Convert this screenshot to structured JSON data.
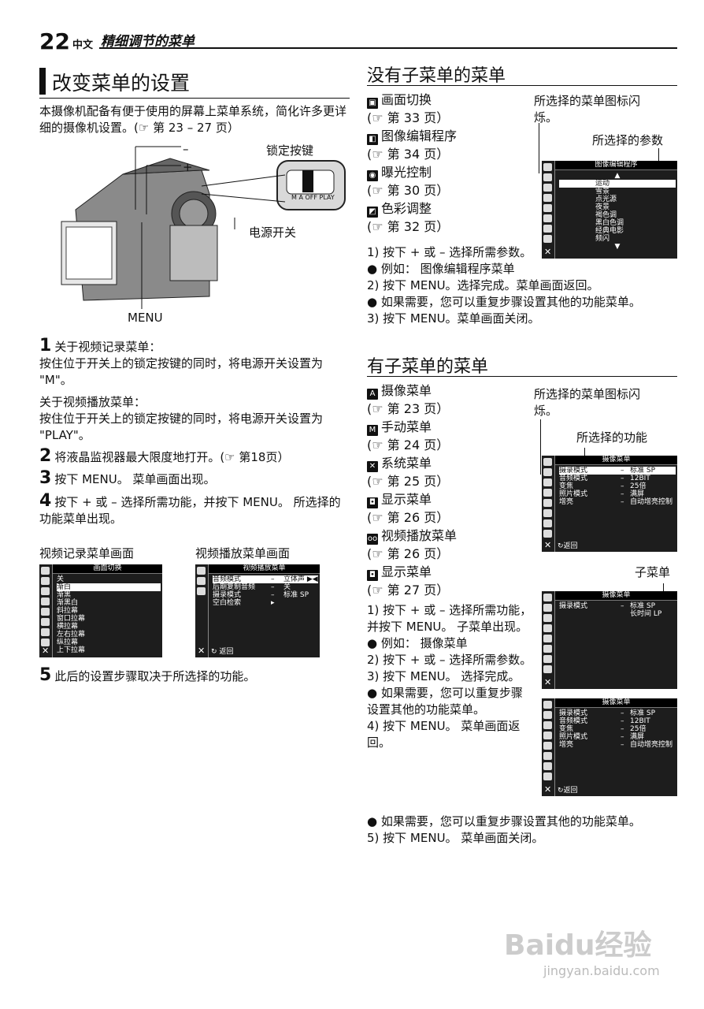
{
  "header": {
    "page_number": "22",
    "language": "中文",
    "section": "精细调节的菜单"
  },
  "left": {
    "title": "改变菜单的设置",
    "intro": "本摄像机配备有便于使用的屏幕上菜单系统，简化许多更详细的摄像机设置。(☞ 第 23 – 27 页）",
    "labels": {
      "minus": "–",
      "plus": "+",
      "lock": "锁定按键",
      "power": "电源开关",
      "menu": "MENU",
      "switch": "M A OFF PLAY"
    },
    "step1_num": "1",
    "step1_title": "关于视频记录菜单：",
    "step1_text": "按住位于开关上的锁定按键的同时，将电源开关设置为 \"M\"。",
    "step1b_title": "关于视频播放菜单：",
    "step1b_text": "按住位于开关上的锁定按键的同时，将电源开关设置为 \"PLAY\"。",
    "step2_num": "2",
    "step2_text": "将液晶监视器最大限度地打开。(☞ 第18页）",
    "step3_num": "3",
    "step3_text": "按下 MENU。 菜单画面出现。",
    "step4_num": "4",
    "step4_text": "按下 + 或 – 选择所需功能，并按下 MENU。 所选择的功能菜单出现。",
    "screen_rec_label": "视频记录菜单画面",
    "screen_play_label": "视频播放菜单画面",
    "screen_rec": {
      "title": "画面切换",
      "items": [
        "关",
        "渐白",
        "渐黑",
        "渐黑白",
        "斜拉幕",
        "窗口拉幕",
        "横拉幕",
        "左右拉幕",
        "纵拉幕",
        "上下拉幕"
      ]
    },
    "screen_play": {
      "title": "视频播放菜单",
      "items": [
        [
          "音频模式",
          "–",
          "立体声 ▶◀"
        ],
        [
          "后期复制音频",
          "–",
          "关"
        ],
        [
          "摄录模式",
          "–",
          "标准 SP"
        ],
        [
          "空白检索",
          "▸",
          ""
        ]
      ],
      "return": "返回"
    },
    "step5_num": "5",
    "step5_text": "此后的设置步骤取决于所选择的功能。"
  },
  "right": {
    "title1": "没有子菜单的菜单",
    "list1": [
      {
        "icon": "▣",
        "name": "画面切换",
        "page": "(☞ 第 33 页）"
      },
      {
        "icon": "◧",
        "name": "图像编辑程序",
        "page": "(☞ 第 34 页）"
      },
      {
        "icon": "◉",
        "name": "曝光控制",
        "page": "(☞ 第 30 页）"
      },
      {
        "icon": "◩",
        "name": "色彩调整",
        "page": "(☞ 第 32 页）"
      }
    ],
    "callout1a": "所选择的菜单图标闪烁。",
    "callout1b": "所选择的参数",
    "screen1": {
      "title": "图像编辑程序",
      "items": [
        "▲",
        "运动",
        "雪景",
        "点光源",
        "夜景",
        "褐色调",
        "黑白色调",
        "经典电影",
        "频闪",
        "▼"
      ]
    },
    "steps1": [
      "1) 按下 + 或 – 选择所需参数。",
      "● 例如： 图像编辑程序菜单",
      "2) 按下 MENU。选择完成。菜单画面返回。",
      "● 如果需要，您可以重复步骤设置其他的功能菜单。",
      "3) 按下 MENU。菜单画面关闭。"
    ],
    "title2": "有子菜单的菜单",
    "list2": [
      {
        "icon": "A",
        "name": "摄像菜单",
        "page": "(☞ 第 23 页）"
      },
      {
        "icon": "M",
        "name": "手动菜单",
        "page": "(☞ 第 24 页）"
      },
      {
        "icon": "✕",
        "name": "系统菜单",
        "page": "(☞ 第 25 页）"
      },
      {
        "icon": "◘",
        "name": "显示菜单",
        "page": "(☞ 第 26 页）"
      },
      {
        "icon": "oo",
        "name": "视频播放菜单",
        "page": "(☞ 第 26 页）"
      },
      {
        "icon": "◘",
        "name": "显示菜单",
        "page": "(☞ 第 27 页）"
      }
    ],
    "callout2a": "所选择的菜单图标闪烁。",
    "callout2b": "所选择的功能",
    "callout2c": "子菜单",
    "screen2": {
      "title": "摄像菜单",
      "rows": [
        [
          "摄录模式",
          "–",
          "标准 SP"
        ],
        [
          "音频模式",
          "–",
          "12BIT"
        ],
        [
          "变焦",
          "–",
          "25倍"
        ],
        [
          "照片模式",
          "–",
          "满屏"
        ],
        [
          "增亮",
          "–",
          "自动增亮控制"
        ]
      ],
      "return": "返回"
    },
    "screen3": {
      "title": "摄像菜单",
      "rows": [
        [
          "摄录模式",
          "–",
          "标准 SP"
        ],
        [
          "",
          "",
          "长时间 LP"
        ]
      ]
    },
    "screen4": {
      "title": "摄像菜单",
      "rows": [
        [
          "摄录模式",
          "–",
          "标准 SP"
        ],
        [
          "音频模式",
          "–",
          "12BIT"
        ],
        [
          "变焦",
          "–",
          "25倍"
        ],
        [
          "照片模式",
          "–",
          "满屏"
        ],
        [
          "增亮",
          "–",
          "自动增亮控制"
        ]
      ],
      "return": "返回"
    },
    "steps2": [
      "1) 按下 + 或 – 选择所需功能，并按下 MENU。 子菜单出现。",
      "● 例如： 摄像菜单",
      "2) 按下 + 或 – 选择所需参数。",
      "3) 按下 MENU。 选择完成。",
      "● 如果需要，您可以重复步骤设置其他的功能菜单。",
      "4) 按下 MENU。 菜单画面返回。",
      "● 如果需要，您可以重复步骤设置其他的功能菜单。",
      "5) 按下 MENU。 菜单画面关闭。"
    ]
  },
  "watermark": {
    "brand": "Baidu经验",
    "url": "jingyan.baidu.com"
  }
}
